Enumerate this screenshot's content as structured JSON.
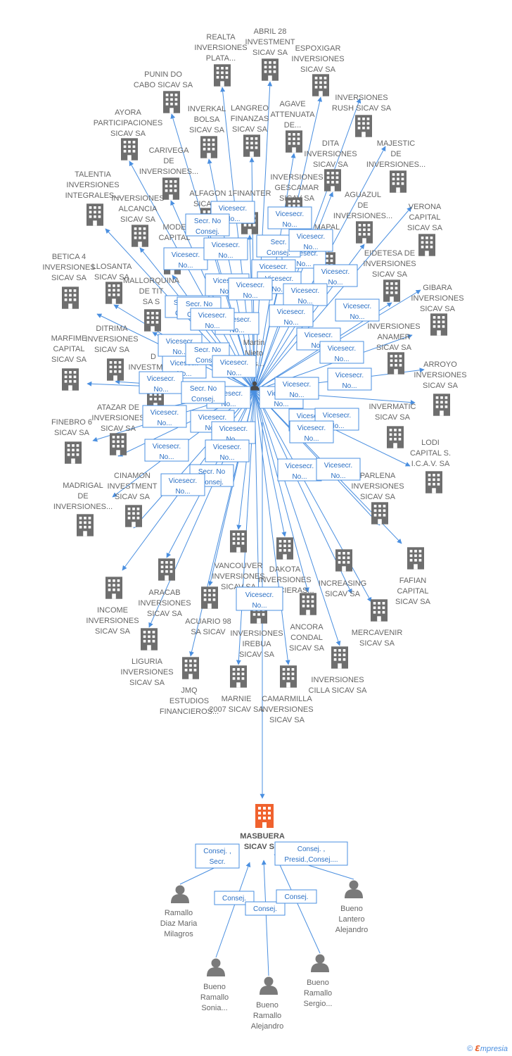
{
  "colors": {
    "edge": "#4a8fe0",
    "company": "#6e6e6e",
    "focus": "#f0622e",
    "person": "#7a7a7a",
    "label": "#666666"
  },
  "hub": {
    "name": [
      "Martin",
      "Nieto",
      "Luis..."
    ]
  },
  "focus": {
    "name": [
      "MASBUERA",
      "SICAV S..."
    ]
  },
  "companies": [
    {
      "id": "realta",
      "name": [
        "REALTA",
        "INVERSIONES",
        "PLATA..."
      ]
    },
    {
      "id": "abril28",
      "name": [
        "ABRIL 28",
        "INVESTMENT",
        "SICAV SA"
      ]
    },
    {
      "id": "espoxigar",
      "name": [
        "ESPOXIGAR",
        "INVERSIONES",
        "SICAV SA"
      ]
    },
    {
      "id": "punin",
      "name": [
        "PUNIN DO",
        "CABO SICAV SA"
      ]
    },
    {
      "id": "inverkal",
      "name": [
        "INVERKAL",
        "BOLSA",
        "SICAV SA"
      ]
    },
    {
      "id": "langreo",
      "name": [
        "LANGREO",
        "FINANZAS",
        "SICAV SA"
      ]
    },
    {
      "id": "agave",
      "name": [
        "AGAVE",
        "ATTENUATA",
        "DE..."
      ]
    },
    {
      "id": "rush",
      "name": [
        "INVERSIONES",
        "RUSH SICAV SA"
      ]
    },
    {
      "id": "ayora",
      "name": [
        "AYORA",
        "PARTICIPACIONES",
        "SICAV SA"
      ]
    },
    {
      "id": "carivega",
      "name": [
        "CARIVEGA",
        "DE",
        "INVERSIONES..."
      ]
    },
    {
      "id": "dita",
      "name": [
        "DITA",
        "INVERSIONES",
        "SICAV SA"
      ]
    },
    {
      "id": "majestic",
      "name": [
        "MAJESTIC",
        "DE",
        "INVERSIONES..."
      ]
    },
    {
      "id": "talentia",
      "name": [
        "TALENTIA",
        "INVERSIONES",
        "INTEGRALES..."
      ]
    },
    {
      "id": "alcancia",
      "name": [
        "INVERSIONES",
        "ALCANCIA",
        "SICAV SA"
      ]
    },
    {
      "id": "alfagon",
      "name": [
        "ALFAGON 1",
        "SICAV SA"
      ]
    },
    {
      "id": "finanter",
      "name": [
        "FINANTER"
      ]
    },
    {
      "id": "gescamar",
      "name": [
        "INVERSIONES",
        "GESCAMAR",
        "SICAV SA"
      ]
    },
    {
      "id": "aguazul",
      "name": [
        "AGUAZUL",
        "DE",
        "INVERSIONES..."
      ]
    },
    {
      "id": "verona",
      "name": [
        "VERONA",
        "CAPITAL",
        "SICAV SA"
      ]
    },
    {
      "id": "mode",
      "name": [
        "MODE",
        "CAPITAL"
      ]
    },
    {
      "id": "mapal",
      "name": [
        "MAPAL"
      ]
    },
    {
      "id": "llosanta",
      "name": [
        "LLOSANTA",
        "SICAV SA"
      ]
    },
    {
      "id": "betica",
      "name": [
        "BETICA 4",
        "INVERSIONES",
        "SICAV SA"
      ]
    },
    {
      "id": "eidetesa",
      "name": [
        "EIDETESA DE",
        "INVERSIONES",
        "SICAV SA"
      ]
    },
    {
      "id": "mallorquina",
      "name": [
        "MALLORQUINA",
        "DE TIT",
        "SA S"
      ]
    },
    {
      "id": "gibara",
      "name": [
        "GIBARA",
        "INVERSIONES",
        "SICAV SA"
      ]
    },
    {
      "id": "ditrima",
      "name": [
        "DITRIMA",
        "INVERSIONES",
        "SICAV SA"
      ]
    },
    {
      "id": "anamer",
      "name": [
        "INVERSIONES",
        "ANAMER",
        "SICAV SA"
      ]
    },
    {
      "id": "marfime",
      "name": [
        "MARFIME",
        "CAPITAL",
        "SICAV SA"
      ]
    },
    {
      "id": "dinvest",
      "name": [
        "D",
        "INVESTMENT",
        "SICAV"
      ]
    },
    {
      "id": "arroyo",
      "name": [
        "ARROYO",
        "INVERSIONES",
        "SICAV SA"
      ]
    },
    {
      "id": "atazar",
      "name": [
        "ATAZAR DE",
        "INVERSIONES",
        "SICAV SA"
      ]
    },
    {
      "id": "invermatic",
      "name": [
        "INVERMATIC",
        "SICAV SA"
      ]
    },
    {
      "id": "finebro",
      "name": [
        "FINEBRO 6",
        "SICAV SA"
      ]
    },
    {
      "id": "lodi",
      "name": [
        "LODI",
        "CAPITAL S.",
        "I.C.A.V. SA"
      ]
    },
    {
      "id": "cinamon",
      "name": [
        "CINAMON",
        "INVESTMENT",
        "SICAV SA"
      ]
    },
    {
      "id": "parlena",
      "name": [
        "PARLENA",
        "INVERSIONES",
        "SICAV SA"
      ]
    },
    {
      "id": "madrigal",
      "name": [
        "MADRIGAL",
        "DE",
        "INVERSIONES..."
      ]
    },
    {
      "id": "vancouver",
      "name": [
        "VANCOUVER",
        "INVERSIONES",
        "SICAV SA"
      ]
    },
    {
      "id": "dakota",
      "name": [
        "DAKOTA",
        "INVERSIONES",
        "FINANCIERAS..."
      ]
    },
    {
      "id": "increasing",
      "name": [
        "INCREASING",
        "SICAV SA"
      ]
    },
    {
      "id": "fafian",
      "name": [
        "FAFIAN",
        "CAPITAL",
        "SICAV SA"
      ]
    },
    {
      "id": "aracab",
      "name": [
        "ARACAB",
        "INVERSIONES",
        "SICAV SA"
      ]
    },
    {
      "id": "income",
      "name": [
        "INCOME",
        "INVERSIONES",
        "SICAV SA"
      ]
    },
    {
      "id": "acuario",
      "name": [
        "ACUARIO 98",
        "SA SICAV"
      ]
    },
    {
      "id": "ancora",
      "name": [
        "ANCORA",
        "CONDAL",
        "SICAV SA"
      ]
    },
    {
      "id": "mercavenir",
      "name": [
        "MERCAVENIR",
        "SICAV SA"
      ]
    },
    {
      "id": "irebua",
      "name": [
        "INVERSIONES",
        "IREBUA",
        "SICAV SA"
      ]
    },
    {
      "id": "liguria",
      "name": [
        "LIGURIA",
        "INVERSIONES",
        "SICAV SA"
      ]
    },
    {
      "id": "cilla",
      "name": [
        "INVERSIONES",
        "CILLA SICAV SA"
      ]
    },
    {
      "id": "jmq",
      "name": [
        "JMQ",
        "ESTUDIOS",
        "FINANCIEROS..."
      ]
    },
    {
      "id": "marnie",
      "name": [
        "MARNIE",
        "2007 SICAV SA"
      ]
    },
    {
      "id": "camarmilla",
      "name": [
        "CAMARMILLA",
        "INVERSIONES",
        "SICAV SA"
      ]
    }
  ],
  "hub_roles": [
    [
      "Vicesecr.",
      "No..."
    ],
    [
      "Vicesecr.",
      "No..."
    ],
    [
      "Secr. No",
      "Consej."
    ],
    [
      "Vicesecr.",
      "No..."
    ],
    [
      "Vicesecr.",
      "No..."
    ],
    [
      "Vicesecr.",
      "No..."
    ],
    [
      "Secr. No",
      "Consej."
    ],
    [
      "Vicesecr.",
      "No..."
    ],
    [
      "Vicesecr.",
      "No..."
    ],
    [
      "Vicesecr.",
      "No..."
    ],
    [
      "Secr.",
      "Consej."
    ],
    [
      "Vicesecr.",
      "No..."
    ],
    [
      "Vicesecr.",
      "No..."
    ],
    [
      "Vicesecr.",
      "No..."
    ],
    [
      "Secr. No",
      "Consej."
    ],
    [
      "Vicesecr.",
      "No..."
    ],
    [
      "Vicesecr.",
      "No..."
    ],
    [
      "Vicesecr.",
      "No..."
    ],
    [
      "Vicesecr.",
      "No..."
    ],
    [
      "Vicesecr.",
      "No..."
    ],
    [
      "Vicesecr.",
      "No..."
    ],
    [
      "Vicesecr.",
      "No..."
    ],
    [
      "Secr. No",
      "Consej."
    ],
    [
      "Vicesecr.",
      "No..."
    ],
    [
      "Vicesecr.",
      "No..."
    ],
    [
      "Vicesecr.",
      "No..."
    ],
    [
      "Vicesecr.",
      "No..."
    ],
    [
      "Vicesecr.",
      "No..."
    ],
    [
      "Vicesecr.",
      "No..."
    ],
    [
      "Vicesecr.",
      "No..."
    ],
    [
      "Vicesecr.",
      "No..."
    ],
    [
      "Secr. No",
      "Consej."
    ],
    [
      "Vicesecr.",
      "No..."
    ],
    [
      "Vicesecr.",
      "No..."
    ],
    [
      "Vicesecr.",
      "No..."
    ],
    [
      "Vicesecr.",
      "No..."
    ],
    [
      "Vicesecr.",
      "No..."
    ],
    [
      "Vicesecr.",
      "No..."
    ],
    [
      "Secr. No",
      "Consej."
    ],
    [
      "Vicesecr.",
      "No..."
    ],
    [
      "Vicesecr.",
      "No..."
    ],
    [
      "Vicesecr.",
      "No..."
    ],
    [
      "Vicesecr.",
      "No..."
    ],
    [
      "Vicesecr.",
      "No..."
    ]
  ],
  "people": [
    {
      "id": "diaz",
      "name": [
        "Ramallo",
        "Diaz Maria",
        "Milagros"
      ],
      "role": [
        "Consej. ,",
        "Secr."
      ]
    },
    {
      "id": "lantero",
      "name": [
        "Bueno",
        "Lantero",
        "Alejandro"
      ],
      "role": [
        "Consej. ,",
        "Presid.,Consej...."
      ]
    },
    {
      "id": "sonia",
      "name": [
        "Bueno",
        "Ramallo",
        "Sonia..."
      ],
      "role": [
        "Consej."
      ]
    },
    {
      "id": "alejandro",
      "name": [
        "Bueno",
        "Ramallo",
        "Alejandro"
      ],
      "role": [
        "Consej."
      ]
    },
    {
      "id": "sergio",
      "name": [
        "Bueno",
        "Ramallo",
        "Sergio..."
      ],
      "role": [
        "Consej."
      ]
    }
  ],
  "footer": {
    "copyright": "©",
    "brand_e": "ℇ",
    "brand_rest": "mpresia"
  }
}
